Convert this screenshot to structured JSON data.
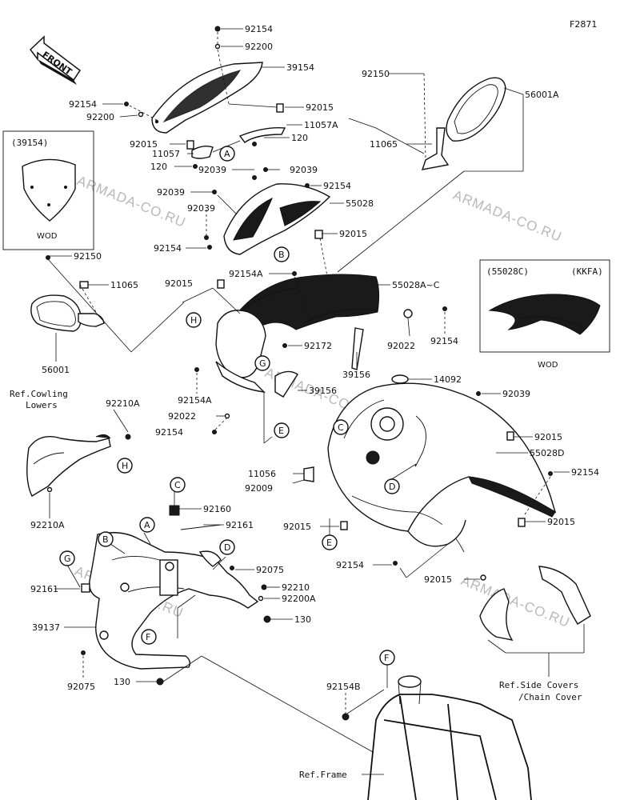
{
  "figure_code": "F2871",
  "front_label": "FRONT",
  "watermark": "ARMADA-CO.RU",
  "insets": [
    {
      "header": "(39154)",
      "variant": "WOD"
    },
    {
      "header_left": "(55028C)",
      "header_right": "(KKFA)",
      "variant": "WOD"
    }
  ],
  "callouts": [
    "A",
    "B",
    "C",
    "D",
    "E",
    "F",
    "G",
    "H"
  ],
  "references": {
    "cowling_lowers": [
      "Ref.Cowling",
      "Lowers"
    ],
    "side_covers": [
      "Ref.Side Covers",
      "/Chain Cover"
    ],
    "frame": "Ref.Frame"
  },
  "part_numbers": {
    "p92154_top": "92154",
    "p92200_top": "92200",
    "p39154": "39154",
    "p92154_left": "92154",
    "p92200_left": "92200",
    "p92015_a": "92015",
    "p11057a": "11057A",
    "p92015_b": "92015",
    "p11057": "11057",
    "p120_a": "120",
    "p120_b": "120",
    "p92150_r": "92150",
    "p56001a": "56001A",
    "p11065_r": "11065",
    "p92039_a": "92039",
    "p92039_b": "92039",
    "p92039_c": "92039",
    "p92039_d": "92039",
    "p92154_c": "92154",
    "p55028": "55028",
    "p92015_c": "92015",
    "p92154_d": "92154",
    "p92150_l": "92150",
    "p11065_l": "11065",
    "p92154a_a": "92154A",
    "p55028ac": "55028A~C",
    "p92015_d": "92015",
    "p92172": "92172",
    "p92022_a": "92022",
    "p92154_e": "92154",
    "p56001": "56001",
    "p39156_a": "39156",
    "p14092": "14092",
    "p39156_b": "39156",
    "p92154a_b": "92154A",
    "p92039_e": "92039",
    "p92210a_a": "92210A",
    "p92022_b": "92022",
    "p92154_f": "92154",
    "p92015_e": "92015",
    "p55028d": "55028D",
    "p92154_g": "92154",
    "p11056": "11056",
    "p92009": "92009",
    "p92210a_b": "92210A",
    "p92015_f": "92015",
    "p92015_g": "92015",
    "p92160": "92160",
    "p92161_a": "92161",
    "p92154_h": "92154",
    "p92015_h": "92015",
    "p92075_a": "92075",
    "p92161_b": "92161",
    "p92210": "92210",
    "p92200a": "92200A",
    "p39137": "39137",
    "p130_a": "130",
    "p92075_b": "92075",
    "p130_b": "130",
    "p92154b": "92154B"
  }
}
